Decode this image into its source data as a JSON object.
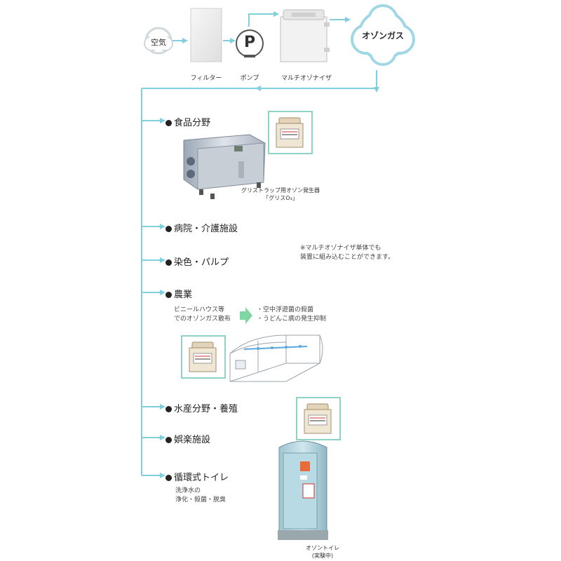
{
  "process": {
    "air_label": "空気",
    "filter_label": "フィルター",
    "pump_label": "ポンプ",
    "pump_symbol": "P",
    "ozonizer_label": "マルチオゾナイザ",
    "ozone_gas_label": "オゾンガス"
  },
  "categories": [
    {
      "label": "食品分野"
    },
    {
      "label": "病院・介護施設"
    },
    {
      "label": "染色・パルプ"
    },
    {
      "label": "農業"
    },
    {
      "label": "水産分野・養殖"
    },
    {
      "label": "娯楽施設"
    },
    {
      "label": "循環式トイレ"
    }
  ],
  "food": {
    "caption_line1": "グリストラップ用オゾン発生器",
    "caption_line2": "「グリスO₃」"
  },
  "note": {
    "line1": "※マルチオゾナイザ単体でも",
    "line2": "装置に組み込むことができます。"
  },
  "agriculture": {
    "left_line1": "ビニールハウス等",
    "left_line2": "でのオゾンガス散布",
    "right_line1": "・空中浮遊菌の殺菌",
    "right_line2": "・うどんこ病の発生抑制"
  },
  "toilet": {
    "desc_line1": "洗浄水の",
    "desc_line2": "浄化・殺菌・脱臭",
    "caption_line1": "オゾントイレ",
    "caption_line2": "(実験中)"
  },
  "colors": {
    "flow_line": "#7fcfdc",
    "frame": "#8fd3c8"
  }
}
